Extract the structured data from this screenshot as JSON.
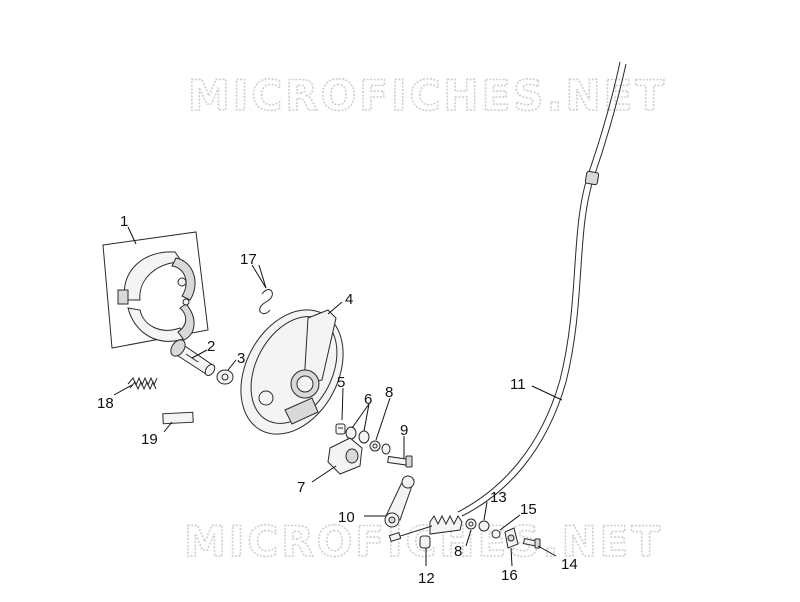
{
  "watermark": {
    "top": "MICROFICHES.NET",
    "bottom": "MICROFICHES.NET"
  },
  "callouts": [
    {
      "id": "c1",
      "text": "1"
    },
    {
      "id": "c2",
      "text": "2"
    },
    {
      "id": "c3",
      "text": "3"
    },
    {
      "id": "c4",
      "text": "4"
    },
    {
      "id": "c5",
      "text": "5"
    },
    {
      "id": "c6",
      "text": "6"
    },
    {
      "id": "c7",
      "text": "7"
    },
    {
      "id": "c8a",
      "text": "8"
    },
    {
      "id": "c8b",
      "text": "8"
    },
    {
      "id": "c9",
      "text": "9"
    },
    {
      "id": "c10",
      "text": "10"
    },
    {
      "id": "c11",
      "text": "11"
    },
    {
      "id": "c12",
      "text": "12"
    },
    {
      "id": "c13",
      "text": "13"
    },
    {
      "id": "c14",
      "text": "14"
    },
    {
      "id": "c15",
      "text": "15"
    },
    {
      "id": "c16",
      "text": "16"
    },
    {
      "id": "c17",
      "text": "17"
    },
    {
      "id": "c18",
      "text": "18"
    },
    {
      "id": "c19",
      "text": "19"
    }
  ]
}
